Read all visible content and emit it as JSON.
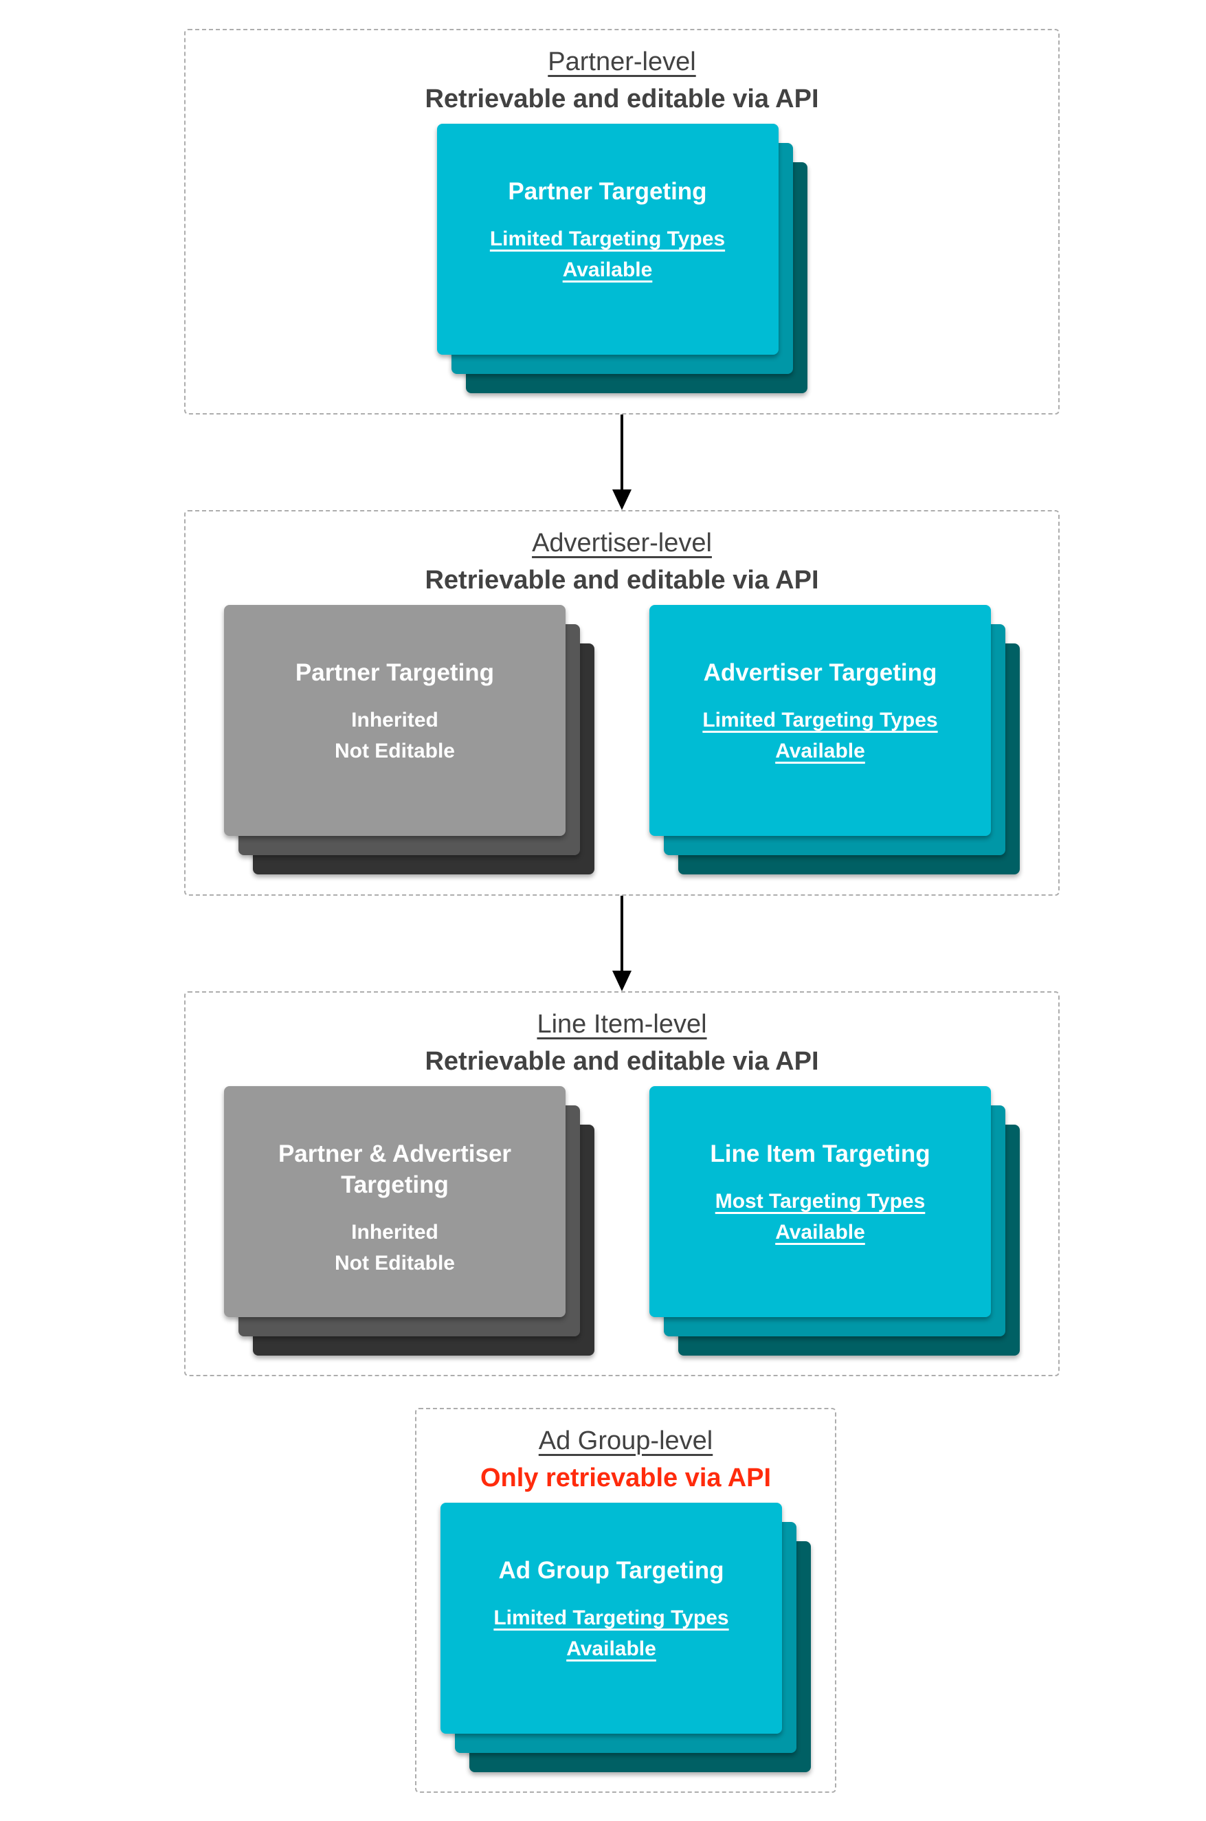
{
  "colors": {
    "teal_front": "#00BCD4",
    "teal_mid": "#0097A7",
    "teal_back": "#006064",
    "gray_front": "#999999",
    "gray_mid": "#575757",
    "gray_back": "#333333",
    "text_dark": "#424242",
    "red": "#FF2B0C",
    "border": "#ADADAD",
    "card_text": "#FFFFFF",
    "arrow": "#000000"
  },
  "sections": [
    {
      "title": "Partner-level",
      "subtitle": "Retrievable and editable via API",
      "subtitle_style": "default",
      "stacks": [
        {
          "variant": "teal",
          "card_title": "Partner Targeting",
          "body_line1": "Limited Targeting Types",
          "body_line2": "Available",
          "body_underlined": true
        }
      ]
    },
    {
      "title": "Advertiser-level",
      "subtitle": "Retrievable and editable via API",
      "subtitle_style": "default",
      "stacks": [
        {
          "variant": "gray",
          "card_title": "Partner Targeting",
          "body_line1": "Inherited",
          "body_line2": "Not Editable",
          "body_underlined": false
        },
        {
          "variant": "teal",
          "card_title": "Advertiser Targeting",
          "body_line1": "Limited Targeting Types",
          "body_line2": "Available",
          "body_underlined": true
        }
      ]
    },
    {
      "title": "Line Item-level",
      "subtitle": "Retrievable and editable via API",
      "subtitle_style": "default",
      "stacks": [
        {
          "variant": "gray",
          "card_title": "Partner & Advertiser Targeting",
          "body_line1": "Inherited",
          "body_line2": "Not Editable",
          "body_underlined": false
        },
        {
          "variant": "teal",
          "card_title": "Line Item Targeting",
          "body_line1": "Most Targeting Types",
          "body_line2": "Available",
          "body_underlined": true
        }
      ]
    },
    {
      "title": "Ad Group-level",
      "subtitle": "Only retrievable via API",
      "subtitle_style": "red",
      "stacks": [
        {
          "variant": "teal",
          "card_title": "Ad Group Targeting",
          "body_line1": "Limited Targeting Types",
          "body_line2": "Available",
          "body_underlined": true
        }
      ]
    }
  ]
}
